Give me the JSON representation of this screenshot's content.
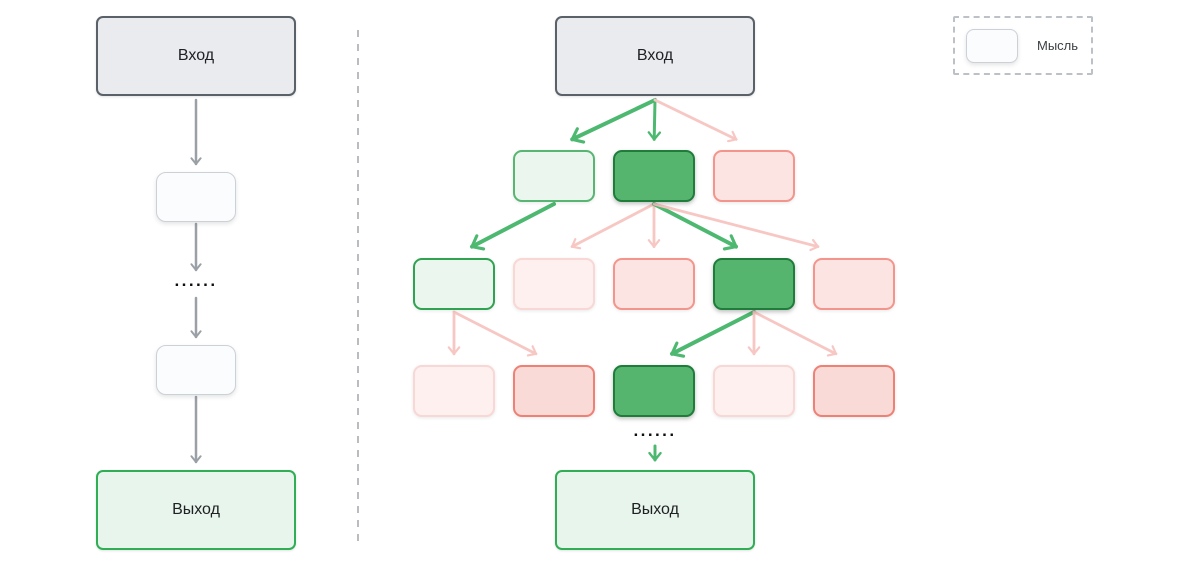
{
  "palette": {
    "canvas_bg": "#ffffff",
    "input_node_fill": "#e9ebee",
    "input_node_border": "#5b6169",
    "output_node_fill": "#e8f5ec",
    "output_node_border": "#2fae55",
    "thought_node_fill": "#fbfcfd",
    "thought_node_border": "#ccd1d7",
    "green_dark_fill": "#55b46e",
    "green_dark_border": "#1f7c3b",
    "green_light_fill": "#eaf6ee",
    "green_light_border": "#58b573",
    "pink_fill": "#fce4e2",
    "pink_border": "#f3958c",
    "pink_faded_fill": "#fdf0ef",
    "pink_faded_border": "#f8d7d4",
    "arrow_gray": "#9aa0a6",
    "arrow_green": "#4db870",
    "arrow_pink": "#f7c7c3",
    "divider_gray": "#b9bdc2"
  },
  "left_diagram": {
    "input_label": "Вход",
    "output_label": "Выход",
    "ellipsis": "······",
    "edges": [
      {
        "from": "input",
        "to": "thought1",
        "style": "gray"
      },
      {
        "from": "thought1",
        "to": "ellipsis",
        "style": "gray"
      },
      {
        "from": "ellipsis",
        "to": "thought2",
        "style": "gray"
      },
      {
        "from": "thought2",
        "to": "output",
        "style": "gray"
      }
    ]
  },
  "right_diagram": {
    "input_label": "Вход",
    "output_label": "Выход",
    "ellipsis": "······",
    "rows": [
      [
        "green-light",
        "green-dark",
        "pink"
      ],
      [
        "green-light2",
        "pink-faded",
        "pink",
        "green-dark",
        "pink"
      ],
      [
        "pink-faded",
        "pink-strong",
        "green-dark",
        "pink-faded",
        "pink-strong"
      ]
    ],
    "edges": [
      {
        "from": "input",
        "to": "r1b1",
        "style": "green-thick"
      },
      {
        "from": "input",
        "to": "r1b2",
        "style": "green"
      },
      {
        "from": "input",
        "to": "r1b3",
        "style": "pink"
      },
      {
        "from": "r1b1",
        "to": "r2b1",
        "style": "green-thick"
      },
      {
        "from": "r1b2",
        "to": "r2b2",
        "style": "pink"
      },
      {
        "from": "r1b2",
        "to": "r2b3",
        "style": "pink"
      },
      {
        "from": "r1b2",
        "to": "r2b4",
        "style": "green-thick"
      },
      {
        "from": "r1b2",
        "to": "r2b5",
        "style": "pink"
      },
      {
        "from": "r2b1",
        "to": "r3b1",
        "style": "pink"
      },
      {
        "from": "r2b1",
        "to": "r3b2",
        "style": "pink"
      },
      {
        "from": "r2b4",
        "to": "r3b3",
        "style": "green-thick"
      },
      {
        "from": "r2b4",
        "to": "r3b4",
        "style": "pink"
      },
      {
        "from": "r2b4",
        "to": "r3b5",
        "style": "pink"
      },
      {
        "from": "ellipsis",
        "to": "output",
        "style": "green"
      }
    ]
  },
  "legend": {
    "thought_label": "Мысль"
  }
}
